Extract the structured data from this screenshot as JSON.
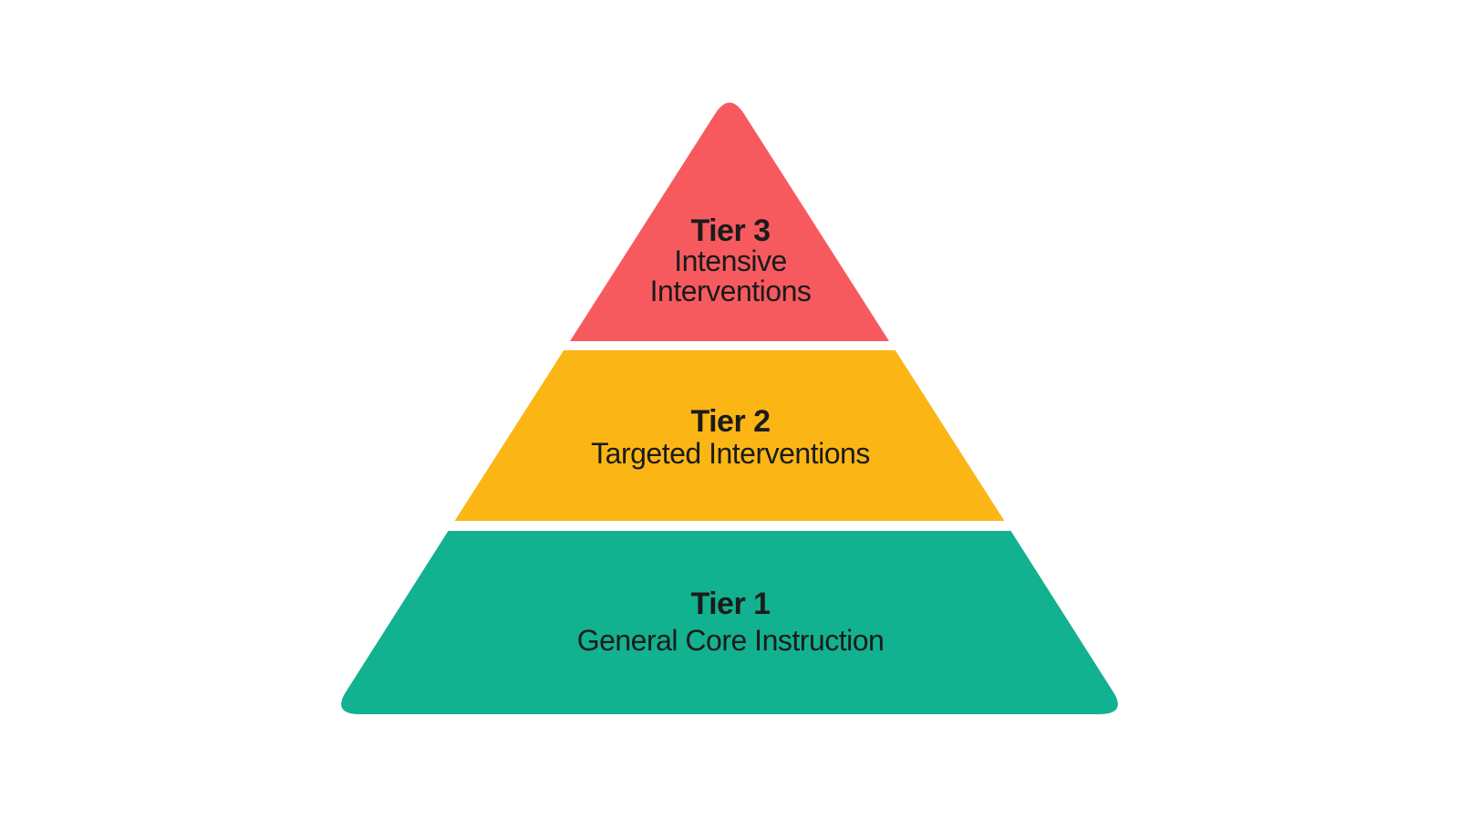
{
  "pyramid": {
    "type": "tiered-pyramid",
    "background_color": "#ffffff",
    "text_color": "#1b1b1b",
    "tiers": [
      {
        "rank": "Tier 3",
        "description": "Intensive Interventions",
        "lines": [
          "Intensive",
          "Interventions"
        ],
        "color": "#f65a5f",
        "level": "top"
      },
      {
        "rank": "Tier 2",
        "description": "Targeted Interventions",
        "lines": [
          "Targeted Interventions"
        ],
        "color": "#fbb616",
        "level": "middle"
      },
      {
        "rank": "Tier 1",
        "description": "General Core Instruction",
        "lines": [
          "General Core Instruction"
        ],
        "color": "#12b190",
        "level": "bottom"
      }
    ]
  }
}
